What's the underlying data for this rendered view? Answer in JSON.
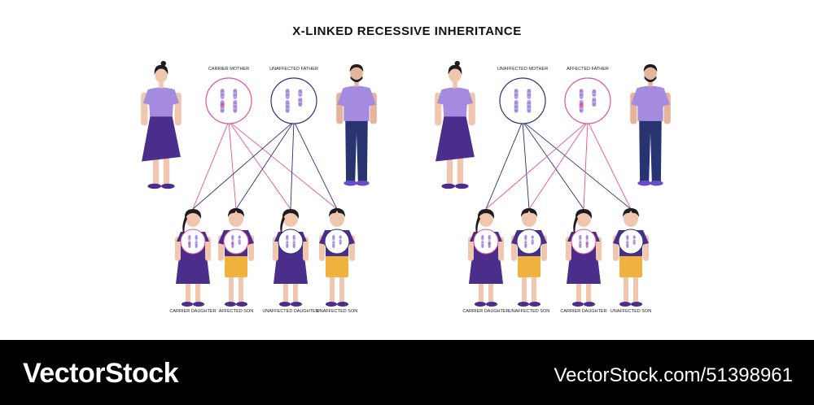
{
  "title": "X-LINKED RECESSIVE INHERITANCE",
  "colors": {
    "pink": "#e8528f",
    "navy": "#2d2f7c",
    "purple": "#a48be0",
    "dress": "#4b2d8c",
    "shorts": "#f0b23f",
    "jeans": "#27346f"
  },
  "panels": [
    {
      "mother_label": "CARRIER MOTHER",
      "father_label": "UNAFFECTED FATHER",
      "children": [
        "CARRIER DAUGHTER",
        "AFFECTED SON",
        "UNAFFECTED DAUGHTER",
        "UNAFFECTED SON"
      ]
    },
    {
      "mother_label": "UNAFFECTED MOTHER",
      "father_label": "AFFECTED FATHER",
      "children": [
        "CARRIER DAUGHTER",
        "UNAFFECTED SON",
        "CARRIER DAUGHTER",
        "UNAFFECTED SON"
      ]
    }
  ],
  "footer": {
    "brand": "VectorStock",
    "image_id": "VectorStock.com/51398961"
  }
}
